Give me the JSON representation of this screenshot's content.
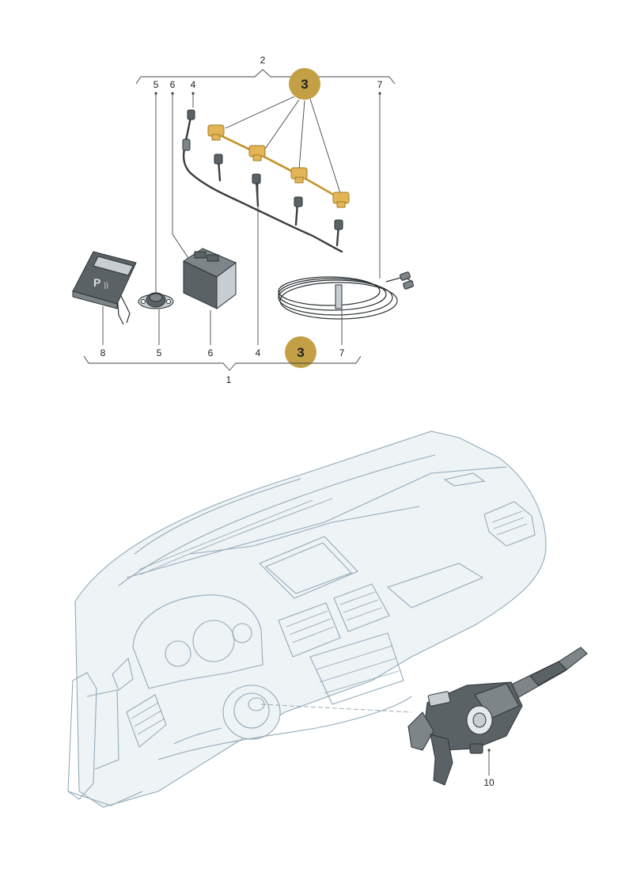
{
  "colors": {
    "badge": "#c3a046",
    "highlight": "#e3b557",
    "line": "#444444",
    "dashboard_outline": "#93aab8",
    "dashboard_fill": "#eef3f6",
    "part_dark": "#5b6266"
  },
  "labels": {
    "top_group": "2",
    "bottom_group": "1",
    "top_5": "5",
    "top_6": "6",
    "top_4": "4",
    "top_7": "7",
    "badge_top": "3",
    "badge_bottom": "3",
    "bottom_8": "8",
    "bottom_5": "5",
    "bottom_6": "6",
    "bottom_4": "4",
    "bottom_7": "7",
    "part_10": "10"
  },
  "symbols": {
    "parking_button": "P"
  }
}
